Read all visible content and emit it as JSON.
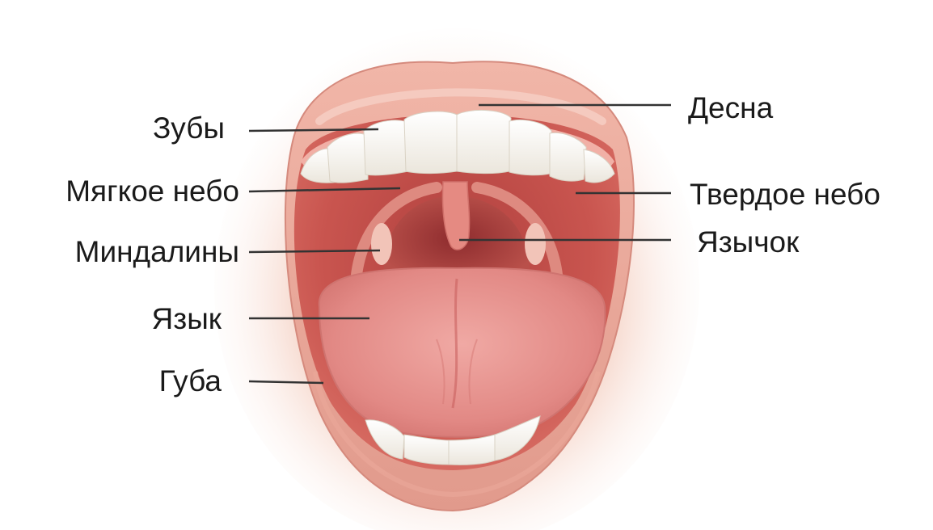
{
  "labels": {
    "teeth": "Зубы",
    "soft_palate": "Мягкое небо",
    "tonsils": "Миндалины",
    "tongue": "Язык",
    "lip": "Губа",
    "gum": "Десна",
    "hard_palate": "Твердое небо",
    "uvula": "Язычок"
  },
  "colors": {
    "lip": "#e8a497",
    "lip_dark": "#c97c70",
    "mouth_cavity": "#c9514e",
    "throat": "#a8403f",
    "gum": "#f0a9a1",
    "tooth": "#fbfaf6",
    "tongue": "#e58e8b",
    "leader_line": "#333333"
  }
}
